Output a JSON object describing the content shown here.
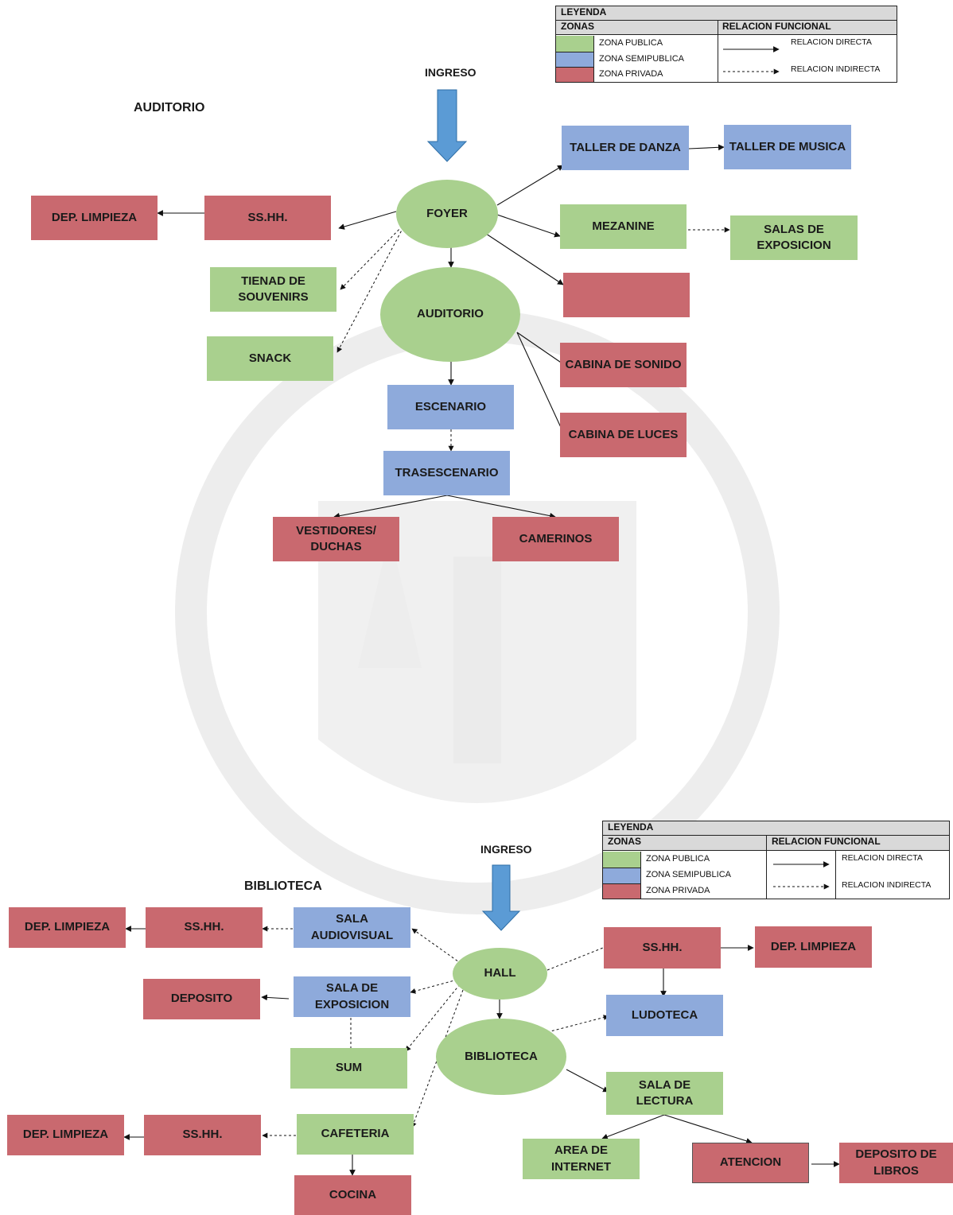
{
  "colors": {
    "publica": "#a9d08e",
    "semipublica": "#8eaadb",
    "privada": "#c9696f",
    "arrow": "#1a5fa8"
  },
  "auditorio": {
    "title": "AUDITORIO",
    "ingreso": "INGRESO",
    "legend": {
      "title": "LEYENDA",
      "zonas": "ZONAS",
      "relacion": "RELACION FUNCIONAL",
      "publica": "ZONA PUBLICA",
      "semipublica": "ZONA SEMIPUBLICA",
      "privada": "ZONA PRIVADA",
      "directa": "RELACION DIRECTA",
      "indirecta": "RELACION INDIRECTA"
    },
    "nodes": {
      "foyer": "FOYER",
      "sshh": "SS.HH.",
      "dep_limpieza": "DEP. LIMPIEZA",
      "souvenirs": "TIENAD DE\nSOUVENIRS",
      "snack": "SNACK",
      "auditorio": "AUDITORIO",
      "escenario": "ESCENARIO",
      "trasescenario": "TRASESCENARIO",
      "vestidores": "VESTIDORES/\nDUCHAS",
      "camerinos": "CAMERINOS",
      "taller_danza": "TALLER DE DANZA",
      "taller_musica": "TALLER DE MUSICA",
      "mezanine": "MEZANINE",
      "salas_expo": "SALAS DE\nEXPOSICION",
      "blank": "",
      "cabina_sonido": "CABINA DE SONIDO",
      "cabina_luces": "CABINA DE LUCES"
    }
  },
  "biblioteca": {
    "title": "BIBLIOTECA",
    "ingreso": "INGRESO",
    "legend": {
      "title": "LEYENDA",
      "zonas": "ZONAS",
      "relacion": "RELACION FUNCIONAL",
      "publica": "ZONA PUBLICA",
      "semipublica": "ZONA SEMIPUBLICA",
      "privada": "ZONA PRIVADA",
      "directa": "RELACION DIRECTA",
      "indirecta": "RELACION INDIRECTA"
    },
    "nodes": {
      "hall": "HALL",
      "dep_limpieza1": "DEP. LIMPIEZA",
      "sshh1": "SS.HH.",
      "sala_audiovisual": "SALA  AUDIOVISUAL",
      "deposito": "DEPOSITO",
      "sala_expo": "SALA DE\nEXPOSICION",
      "sum": "SUM",
      "dep_limpieza2": "DEP. LIMPIEZA",
      "sshh2": "SS.HH.",
      "cafeteria": "CAFETERIA",
      "cocina": "COCINA",
      "sshh3": "SS.HH.",
      "dep_limpieza3": "DEP. LIMPIEZA",
      "ludoteca": "LUDOTECA",
      "biblioteca": "BIBLIOTECA",
      "sala_lectura": "SALA DE LECTURA",
      "area_internet": "AREA DE  INTERNET",
      "atencion": "ATENCION",
      "deposito_libros": "DEPOSITO DE\nLIBROS"
    }
  }
}
